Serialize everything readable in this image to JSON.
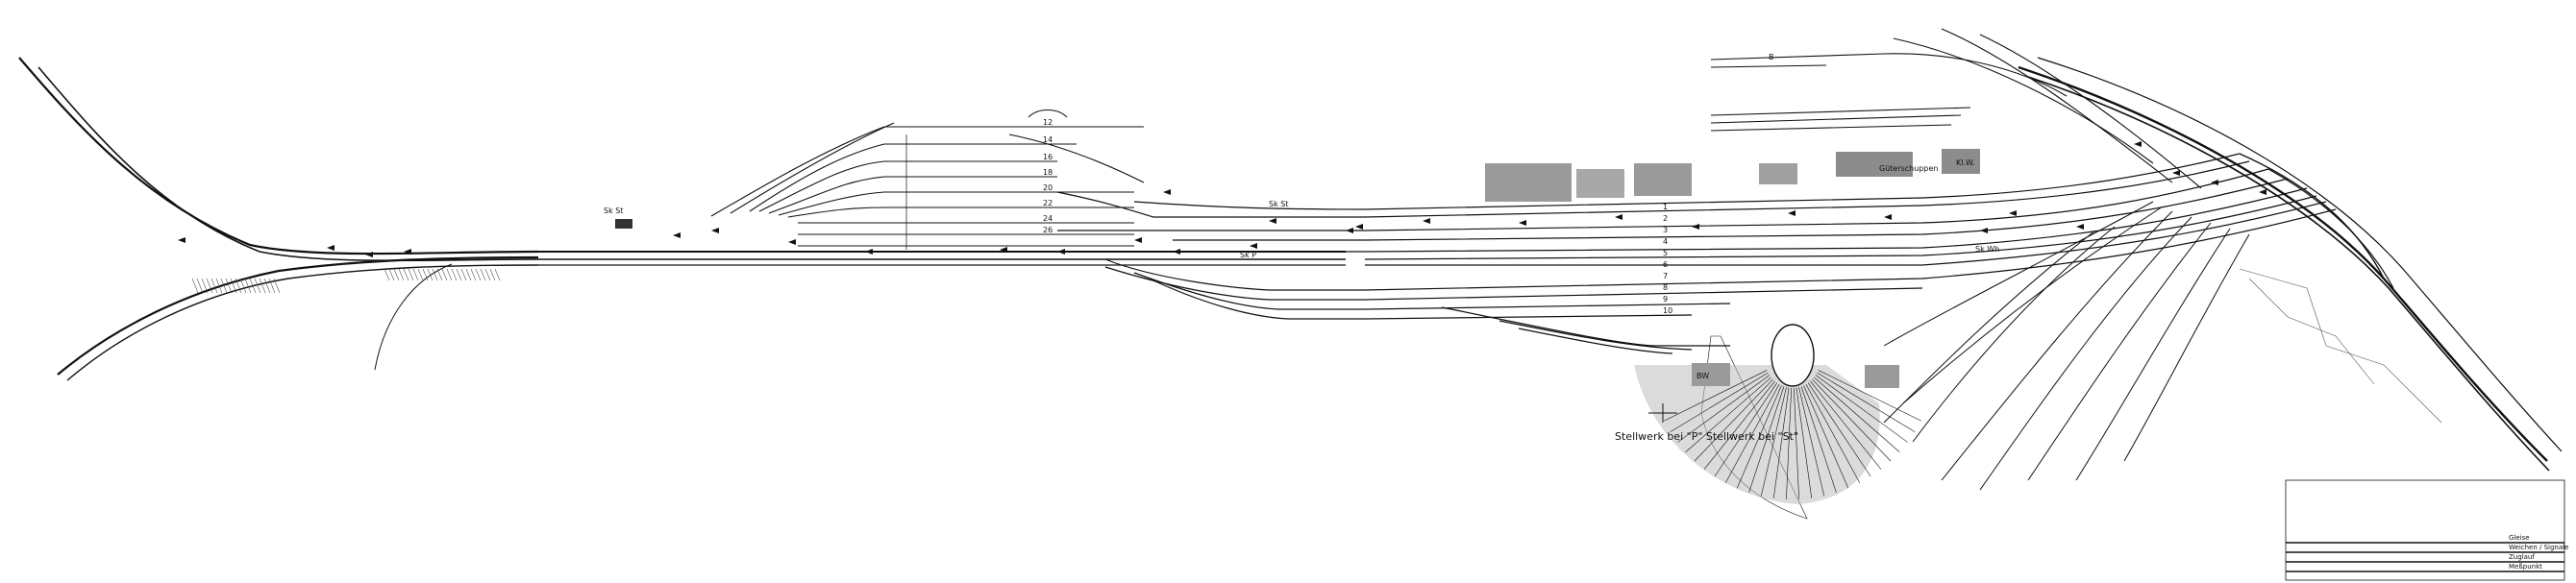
{
  "caption": {
    "signal_boxes": "Stellwerk bei \"P\"  Stellwerk bei \"St\""
  },
  "building_labels": {
    "goods_shed": "Güterschuppen",
    "workshop": "Kl.W.",
    "bw": "BW"
  },
  "track_numbers": {
    "left_yard": [
      "12",
      "14",
      "16",
      "18",
      "20",
      "22",
      "24",
      "26"
    ],
    "mid_yard": [
      "1",
      "2",
      "3",
      "4",
      "5",
      "6",
      "7",
      "8",
      "9",
      "10"
    ],
    "upper_line": "B"
  },
  "station_codes": [
    "Sk St",
    "Sk P",
    "Sk Wh",
    "Sk St"
  ],
  "legend": {
    "rows": [
      "Gleise",
      "Weichen / Signale",
      "Zuglauf",
      "Meßpunkt"
    ]
  },
  "colors": {
    "ink": "#111111",
    "building_fill": "#9a9a9a",
    "hatch": "#555555",
    "background": "#ffffff"
  }
}
